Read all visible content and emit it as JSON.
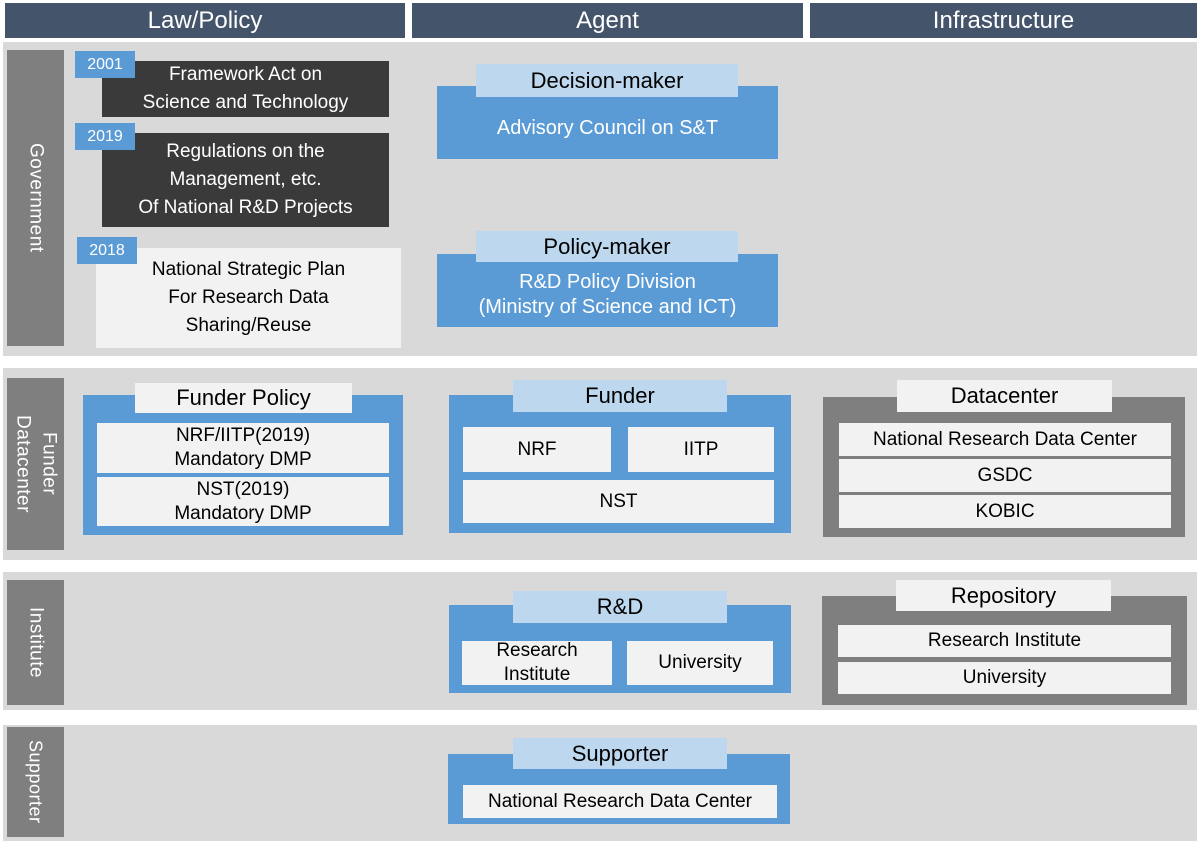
{
  "header": {
    "columns": [
      {
        "label": "Law/Policy"
      },
      {
        "label": "Agent"
      },
      {
        "label": "Infrastructure"
      }
    ]
  },
  "row_labels": {
    "government": "Government",
    "funder_datacenter": "Funder\nDatacenter",
    "institute": "Institute",
    "supporter": "Supporter"
  },
  "government": {
    "law1": {
      "year": "2001",
      "text": "Framework Act on\nScience and Technology"
    },
    "law2": {
      "year": "2019",
      "text": "Regulations on the\nManagement, etc.\nOf National R&D Projects"
    },
    "plan": {
      "year": "2018",
      "text": "National Strategic Plan\nFor Research Data\nSharing/Reuse"
    },
    "decision_maker": {
      "title": "Decision-maker",
      "body": "Advisory Council on S&T"
    },
    "policy_maker": {
      "title": "Policy-maker",
      "body": "R&D Policy Division\n(Ministry of Science and ICT)"
    }
  },
  "funder_datacenter": {
    "funder_policy": {
      "title": "Funder Policy",
      "items": [
        {
          "text": "NRF/IITP(2019)\nMandatory DMP"
        },
        {
          "text": "NST(2019)\nMandatory DMP"
        }
      ]
    },
    "funder": {
      "title": "Funder",
      "items": [
        {
          "text": "NRF"
        },
        {
          "text": "IITP"
        },
        {
          "text": "NST"
        }
      ]
    },
    "datacenter": {
      "title": "Datacenter",
      "items": [
        {
          "text": "National Research Data Center"
        },
        {
          "text": "GSDC"
        },
        {
          "text": "KOBIC"
        }
      ]
    }
  },
  "institute": {
    "rnd": {
      "title": "R&D",
      "items": [
        {
          "text": "Research\nInstitute"
        },
        {
          "text": "University"
        }
      ]
    },
    "repository": {
      "title": "Repository",
      "items": [
        {
          "text": "Research Institute"
        },
        {
          "text": "University"
        }
      ]
    }
  },
  "supporter": {
    "group": {
      "title": "Supporter",
      "items": [
        {
          "text": "National Research Data Center"
        }
      ]
    }
  },
  "colors": {
    "column_header": "#44546A",
    "accent_blue": "#5B9BD5",
    "light_blue_tab": "#BDD7EE",
    "dark_box": "#3A3A3A",
    "gray_frame": "#7F7F7F",
    "row_background": "#D9D9D9",
    "light_box": "#F2F2F2"
  }
}
